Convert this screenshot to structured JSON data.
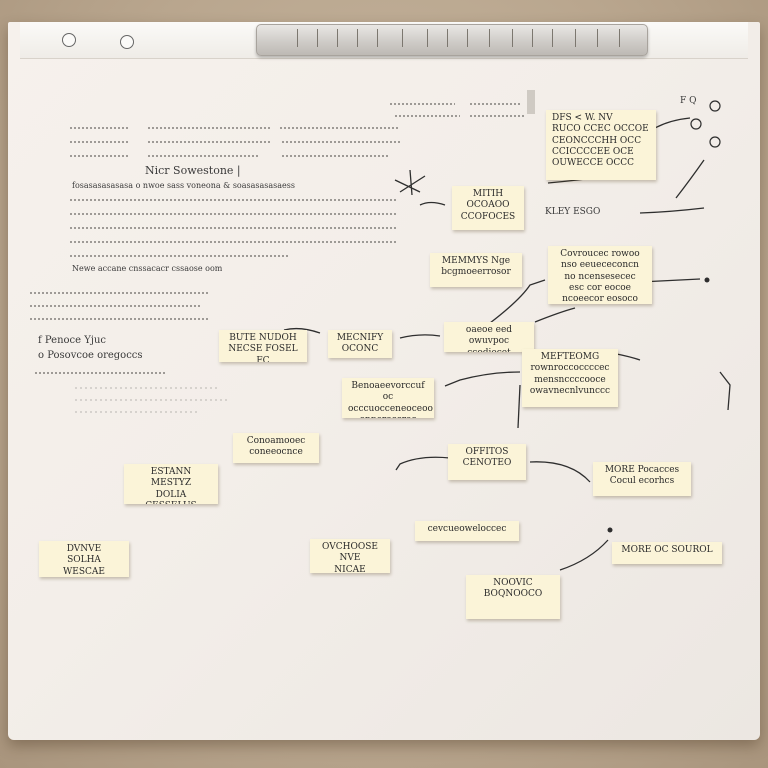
{
  "notes": {
    "n1": "BUTE  NUDOH\nNECSE FOSEL FC",
    "n2": "MECNIFY\nOCONC",
    "n3": "MEMMYS  Nge\nbcgmoeerrosor",
    "n4": "MITIH\nOCOAOO\nCCOFOCES",
    "n5": "oaeoe eed\nowuvpoc ccodiecet",
    "n6": "MEFTEOMG\nrownroccoccccec\nmensnccccooce\nowavnecnlvunccc",
    "n7": "Benoaeevorccuf oc\nocccuocceneoceoo\nonperoccrec eocc",
    "n8": "Conoamooec\nconeeocnce",
    "n9": "OFFITOS\nCENOTEO",
    "n10": "ESTANN MESTYZ\nDOLIA CESSELUS",
    "n11": "MORE Pocacces\nCocul ecorhcs",
    "n12": "cevcueoweloccec",
    "n13": "MORE  OC  SOUROL",
    "n14": "DVNVE\nSOLHA WESCAE\nMIOTIT",
    "n15": "OVCHOOSE  NVE\nNICAE  UOMPS",
    "n16": "NOOVIC\nBOQNOOCO",
    "n17": "DFS < W. NV\nRUCO CCEC OCCOE\nCEONCCCHH OCC\nCCICCCCEE OCE\nOUWECCE OCCC",
    "n18": "Covroucec  rowoo\nnso eeuececoncn\nno  ncensesecec\nesc cor eocoe\nncoeecor eosoco"
  },
  "scribbles": {
    "s1": "Nicr  Sowestone |",
    "s2": "fosasasasasasa o nwoe sass voneona & soasasasasaess",
    "s3": "Newe accane cnssacacr cssaose oom",
    "s4": "f  Penoce  Yjuc",
    "s5": "o  Posovcoe oregoccs",
    "s6": "KLEY   ESGO",
    "s7": "F  Q"
  }
}
